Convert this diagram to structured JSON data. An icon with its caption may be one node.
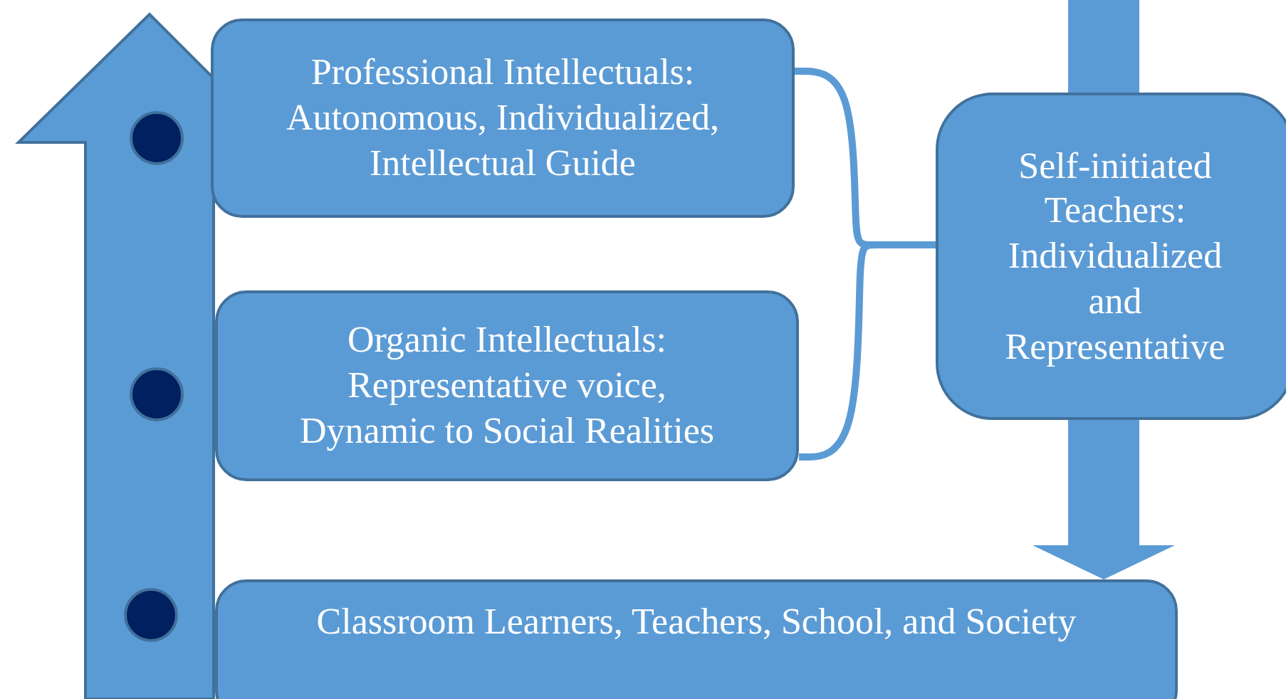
{
  "diagram": {
    "nodes": [
      {
        "text": [
          "Professional Intellectuals: Autonomous, Individualized, Intellectual Guide"
        ]
      },
      {
        "text": [
          "Organic Intellectuals: Representative voice, Dynamic to Social Realities"
        ]
      },
      {
        "text": [
          "Self-initiated Teachers: Individualized and Representative"
        ]
      },
      {
        "text": [
          "Classroom Learners, Teachers, School, and Society"
        ]
      }
    ],
    "edges": [
      {
        "from": 0,
        "to": 2,
        "arrow": "none"
      },
      {
        "from": 1,
        "to": 2,
        "arrow": "none"
      },
      {
        "from": null,
        "to": 2,
        "arrow": "none",
        "style": "thick"
      },
      {
        "from": 2,
        "to": 3,
        "arrow": "to",
        "style": "thick"
      }
    ]
  }
}
